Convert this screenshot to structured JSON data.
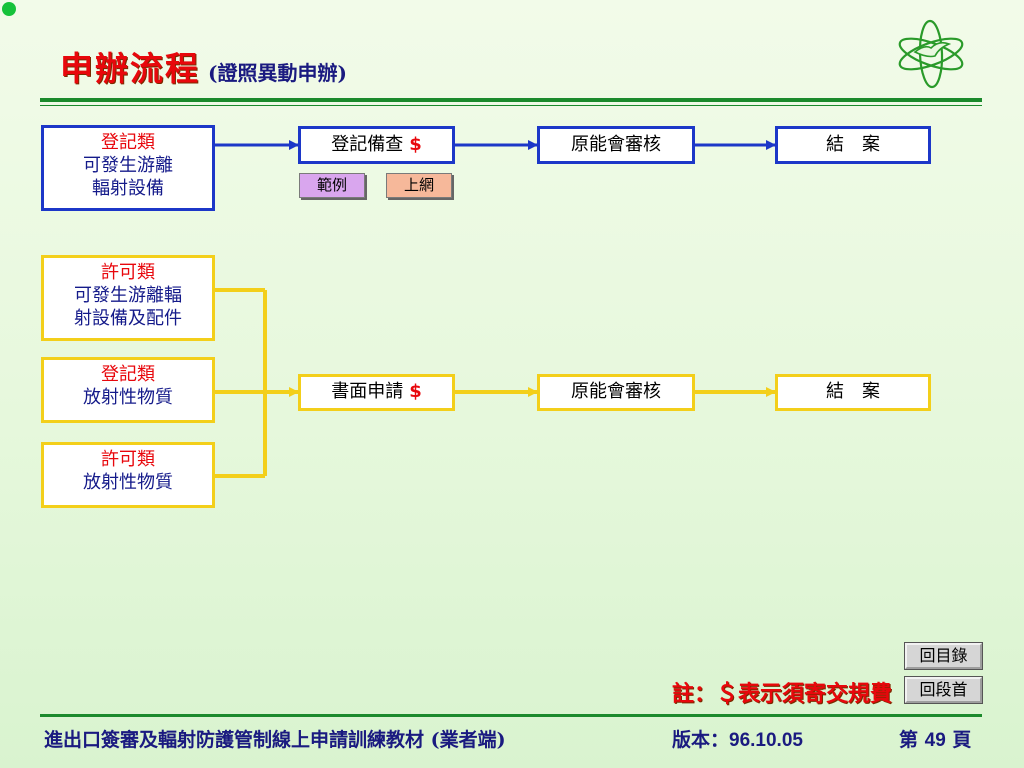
{
  "title": {
    "main": "申辦流程",
    "sub": "(證照異動申辦)"
  },
  "colors": {
    "title_red": "#e8070c",
    "blue_path": "#1c37c8",
    "yellow_path": "#f3cf1a",
    "rule_green": "#1b8a2c",
    "navy_text": "#141a8a"
  },
  "icon": "atom-logo-icon",
  "flow_blue": {
    "source": {
      "category": "登記類",
      "line1": "可發生游離",
      "line2": "輻射設備"
    },
    "step1": {
      "label": "登記備查",
      "fee": "$"
    },
    "step2": {
      "label": "原能會審核"
    },
    "step3": {
      "label": "結　案"
    },
    "buttons": {
      "example": "範例",
      "online": "上網"
    }
  },
  "flow_yellow": {
    "sources": [
      {
        "category": "許可類",
        "line1": "可發生游離輻",
        "line2": "射設備及配件"
      },
      {
        "category": "登記類",
        "line1": "放射性物質"
      },
      {
        "category": "許可類",
        "line1": "放射性物質"
      }
    ],
    "step1": {
      "label": "書面申請",
      "fee": "$"
    },
    "step2": {
      "label": "原能會審核"
    },
    "step3": {
      "label": "結　案"
    }
  },
  "nav": {
    "toc": "回目錄",
    "section_top": "回段首"
  },
  "note": "註：＄表示須寄交規費",
  "footer": {
    "course": "進出口簽審及輻射防護管制線上申請訓練教材 (業者端)",
    "version_label": "版本：",
    "version_value": "96.10.05",
    "page_prefix": "第",
    "page_number": "49",
    "page_suffix": "頁"
  }
}
